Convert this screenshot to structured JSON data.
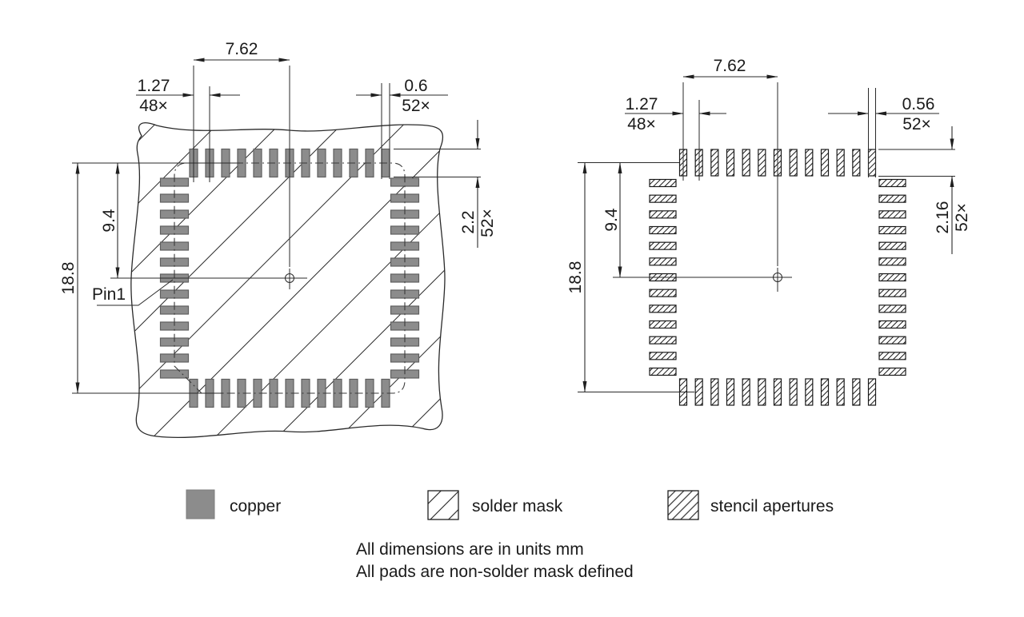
{
  "views": {
    "left": {
      "title_hint": "copper and solder mask view",
      "dims": {
        "span": "7.62",
        "pitch": "1.27",
        "pitch_count": "48×",
        "pad_width": "0.6",
        "pad_width_count": "52×",
        "pad_length": "2.2",
        "pad_length_count": "52×",
        "half_height": "9.4",
        "full_height": "18.8",
        "pin1": "Pin1"
      }
    },
    "right": {
      "title_hint": "stencil apertures view",
      "dims": {
        "span": "7.62",
        "pitch": "1.27",
        "pitch_count": "48×",
        "pad_width": "0.56",
        "pad_width_count": "52×",
        "pad_length": "2.16",
        "pad_length_count": "52×",
        "half_height": "9.4",
        "full_height": "18.8"
      }
    }
  },
  "footprint": {
    "pads_per_side": 13,
    "total_pads": 52,
    "pitch_mm": 1.27
  },
  "legend": {
    "items": [
      {
        "swatch": "copper",
        "label": "copper"
      },
      {
        "swatch": "solder-mask",
        "label": "solder mask"
      },
      {
        "swatch": "stencil-apertures",
        "label": "stencil apertures"
      }
    ]
  },
  "notes": {
    "line1": "All dimensions are in units mm",
    "line2": "All pads are non-solder mask defined"
  },
  "colors": {
    "copper": "#8c8c8c",
    "line": "#2a2a2a"
  }
}
